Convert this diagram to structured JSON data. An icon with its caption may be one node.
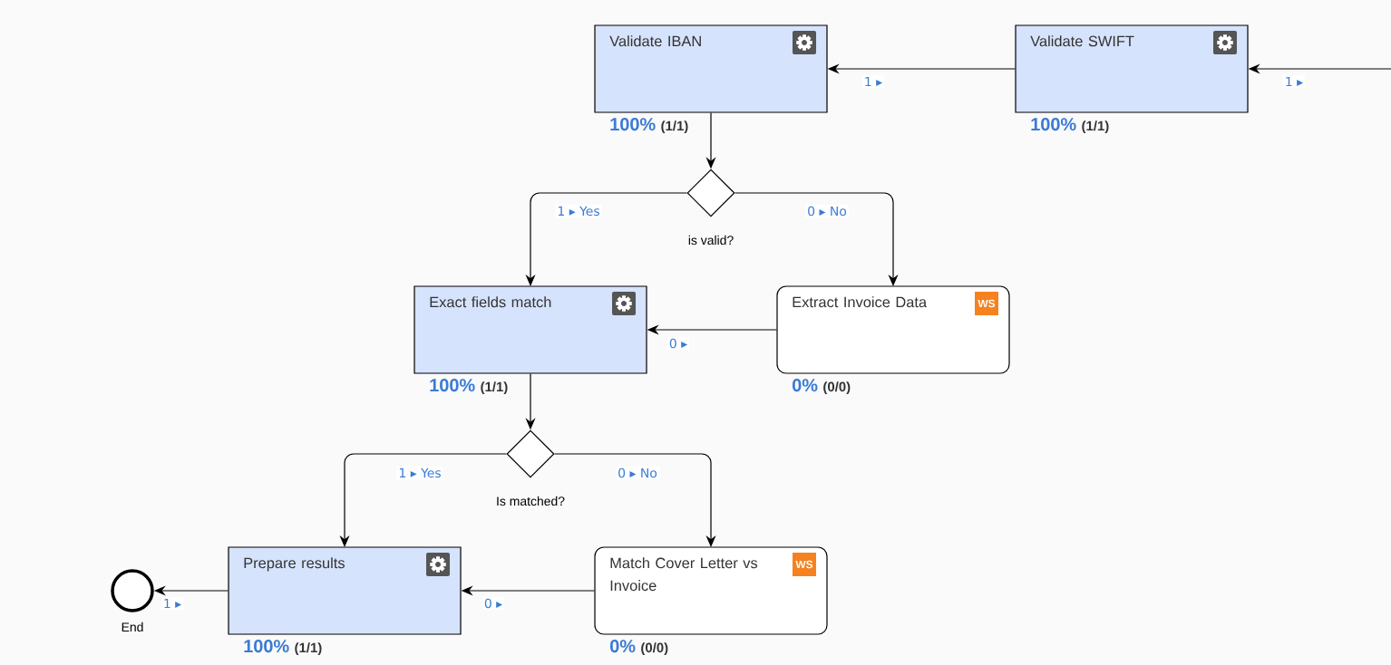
{
  "diagram": {
    "nodes": [
      {
        "text": [
          "Validate IBAN"
        ],
        "beside": [
          "100%",
          "(1/1)"
        ]
      },
      {
        "text": [
          "Validate SWIFT"
        ],
        "beside": [
          "100%",
          "(1/1)"
        ]
      },
      {
        "text": [],
        "shape": "diamond",
        "beside": [
          "is valid?"
        ]
      },
      {
        "text": [
          "Exact fields match"
        ],
        "beside": [
          "100%",
          "(1/1)"
        ]
      },
      {
        "text": [
          "Extract Invoice Data",
          "WS"
        ],
        "beside": [
          "0%",
          "(0/0)"
        ]
      },
      {
        "text": [],
        "shape": "diamond",
        "beside": [
          "Is matched?"
        ]
      },
      {
        "text": [
          "Prepare results"
        ],
        "beside": [
          "100%",
          "(1/1)"
        ]
      },
      {
        "text": [
          "Match Cover Letter vs Invoice",
          "WS"
        ],
        "beside": [
          "0%",
          "(0/0)"
        ]
      },
      {
        "text": [],
        "shape": "circle",
        "beside": [
          "End"
        ]
      }
    ],
    "edges": [
      {
        "from": null,
        "to": 1,
        "arrow": "to",
        "label": "1 ▸"
      },
      {
        "from": 1,
        "to": 0,
        "arrow": "to",
        "label": "1 ▸"
      },
      {
        "from": 0,
        "to": 2,
        "arrow": "to"
      },
      {
        "from": 2,
        "to": 3,
        "arrow": "to",
        "label": "1 ▸ Yes"
      },
      {
        "from": 2,
        "to": 4,
        "arrow": "to",
        "label": "0 ▸ No"
      },
      {
        "from": 4,
        "to": 3,
        "arrow": "to",
        "label": "0 ▸"
      },
      {
        "from": 3,
        "to": 5,
        "arrow": "to"
      },
      {
        "from": 5,
        "to": 6,
        "arrow": "to",
        "label": "1 ▸ Yes"
      },
      {
        "from": 5,
        "to": 7,
        "arrow": "to",
        "label": "0 ▸ No"
      },
      {
        "from": 7,
        "to": 6,
        "arrow": "to",
        "label": "0 ▸"
      },
      {
        "from": 6,
        "to": 8,
        "arrow": "to",
        "label": "1 ▸"
      }
    ]
  }
}
